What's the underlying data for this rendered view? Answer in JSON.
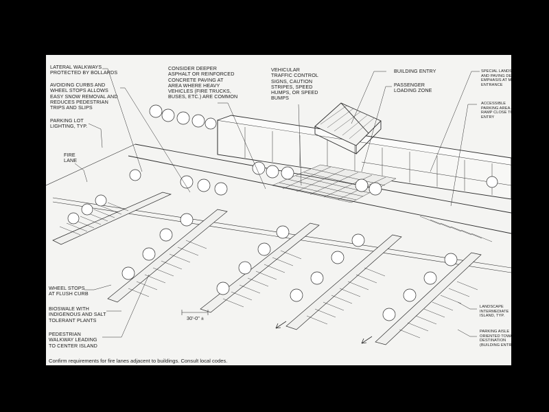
{
  "labels": {
    "lateral_walkways": "LATERAL WALKWAYS\nPROTECTED BY BOLLARDS",
    "avoiding_curbs": "AVOIDING CURBS AND\nWHEEL STOPS ALLOWS\nEASY SNOW REMOVAL AND\nREDUCES PEDESTRIAN\nTRIPS AND SLIPS",
    "lot_lighting": "PARKING LOT\nLIGHTING, TYP.",
    "fire_lane": "FIRE\nLANE",
    "deeper_asphalt": "CONSIDER DEEPER\nASPHALT OR REINFORCED\nCONCRETE PAVING AT\nAREA WHERE HEAVY\nVEHICLES (FIRE TRUCKS,\nBUSES, ETC.) ARE COMMON",
    "traffic_control": "VEHICULAR\nTRAFFIC CONTROL\nSIGNS, CAUTION\nSTRIPES, SPEED\nHUMPS, OR SPEED\nBUMPS",
    "building_entry": "BUILDING ENTRY",
    "passenger_loading": "PASSENGER\nLOADING ZONE",
    "special_landscape": "SPECIAL LANDSCAPE\nAND PAVING DESIGN\nEMPHASIS AT MAIN\nENTRANCE",
    "accessible_parking": "ACCESSIBLE\nPARKING AREA AND\nRAMP CLOSE TO\nENTRY",
    "wheel_stops": "WHEEL STOPS\nAT FLUSH CURB",
    "bioswale": "BIOSWALE WITH\nINDIGENOUS AND SALT\nTOLERANT PLANTS",
    "pedestrian_walkway": "PEDESTRIAN\nWALKWAY LEADING\nTO CENTER ISLAND",
    "landscape_island": "LANDSCAPE\nINTERMEDIATE\nISLAND, TYP.",
    "parking_aisle": "PARKING AISLE\nORIENTED TOWARD\nDESTINATION\n(BUILDING ENTRY)",
    "dimension": "30'-0\" ±"
  },
  "caption": "Confirm requirements for fire lanes adjacent to buildings. Consult local codes."
}
